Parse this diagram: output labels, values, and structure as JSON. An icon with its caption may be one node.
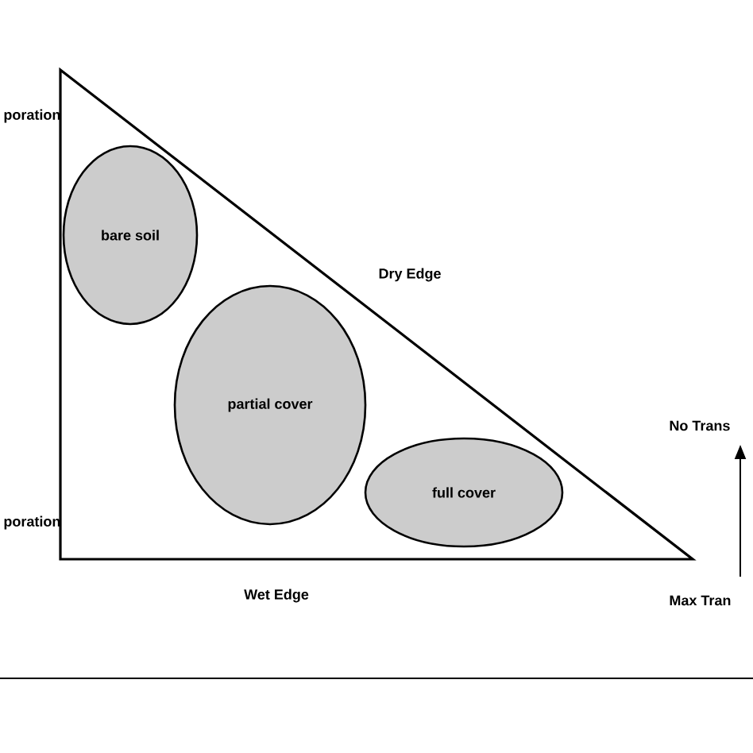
{
  "diagram": {
    "nodes": [
      {
        "text": [
          "bare soil"
        ]
      },
      {
        "text": [
          "partial cover"
        ]
      },
      {
        "text": [
          "full cover"
        ]
      }
    ],
    "labels": [
      "poration",
      "Dry Edge",
      "No Trans",
      "poration",
      "Wet Edge",
      "Max Tran"
    ]
  }
}
